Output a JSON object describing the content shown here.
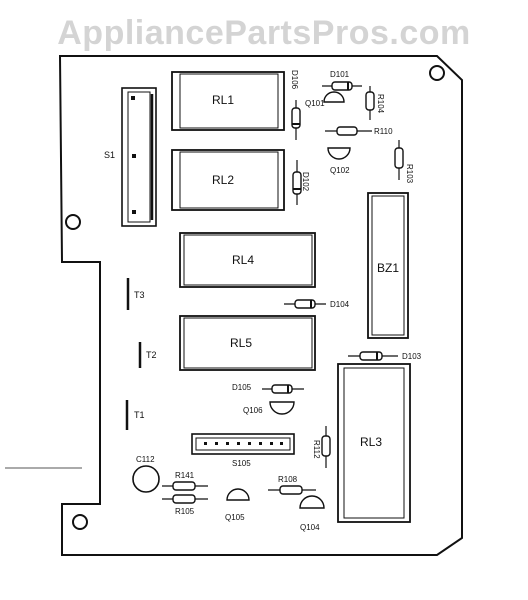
{
  "watermark": "AppliancePartsPros.com",
  "relays": [
    {
      "name": "relay-rl1",
      "label": "RL1"
    },
    {
      "name": "relay-rl2",
      "label": "RL2"
    },
    {
      "name": "relay-rl4",
      "label": "RL4"
    },
    {
      "name": "relay-rl5",
      "label": "RL5"
    },
    {
      "name": "relay-rl3",
      "label": "RL3"
    }
  ],
  "buzzer": {
    "label": "BZ1"
  },
  "switch": {
    "label": "S1"
  },
  "connector": {
    "label": "S105"
  },
  "capacitor": {
    "label": "C112"
  },
  "transistors": [
    "Q101",
    "Q102",
    "Q104",
    "Q105",
    "Q106"
  ],
  "diodes": [
    "D101",
    "D102",
    "D103",
    "D104",
    "D105",
    "D106"
  ],
  "resistors": [
    "R103",
    "R104",
    "R105",
    "R108",
    "R110",
    "R112",
    "R141"
  ],
  "terminals": [
    "T1",
    "T2",
    "T3"
  ],
  "colors": {
    "line": "#111111",
    "background": "#ffffff",
    "watermark": "#d4d4d4"
  }
}
